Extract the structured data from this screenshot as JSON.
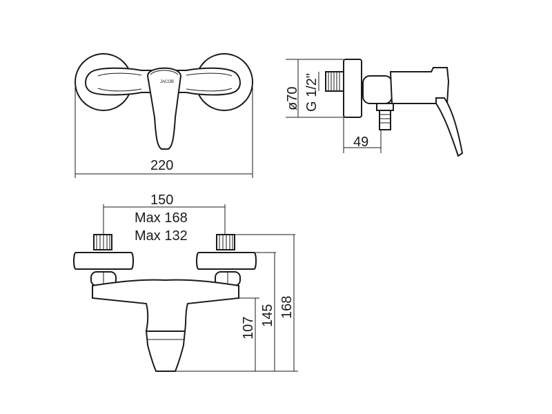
{
  "brand": "JACOB",
  "dimensions": {
    "width_total": "220",
    "diameter": "ø70",
    "thread": "G 1/2\"",
    "depth": "49",
    "center_distance": "150",
    "center_max": "Max 168",
    "center_min": "Max 132",
    "height_outlet": "107",
    "height_mid": "145",
    "height_top": "168"
  }
}
